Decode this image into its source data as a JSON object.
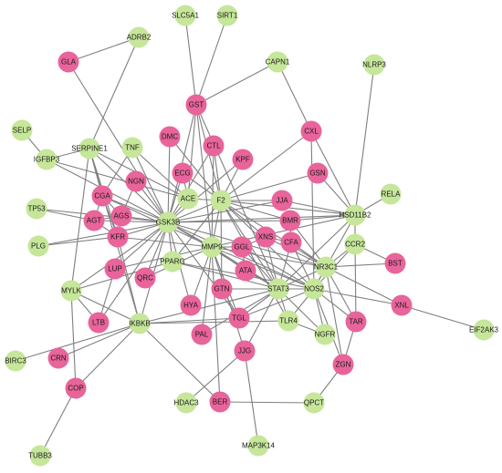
{
  "colors": {
    "target": "#e8649a",
    "gene": "#c6e69a",
    "edge": "#7f7f7f"
  },
  "nodes": [
    {
      "id": "SLC5A1",
      "group": "gene"
    },
    {
      "id": "SIRT1",
      "group": "gene"
    },
    {
      "id": "ADRB2",
      "group": "gene"
    },
    {
      "id": "GLA",
      "group": "target"
    },
    {
      "id": "CAPN1",
      "group": "gene"
    },
    {
      "id": "NLRP3",
      "group": "gene"
    },
    {
      "id": "GST",
      "group": "target"
    },
    {
      "id": "SELP",
      "group": "gene"
    },
    {
      "id": "SERPINE1",
      "group": "gene"
    },
    {
      "id": "TNF",
      "group": "gene"
    },
    {
      "id": "DMC",
      "group": "target"
    },
    {
      "id": "CTL",
      "group": "target"
    },
    {
      "id": "CXL",
      "group": "target"
    },
    {
      "id": "IGFBP3",
      "group": "gene"
    },
    {
      "id": "KPF",
      "group": "target"
    },
    {
      "id": "ECG",
      "group": "target"
    },
    {
      "id": "NGN",
      "group": "target"
    },
    {
      "id": "GSN",
      "group": "target"
    },
    {
      "id": "CGA",
      "group": "target"
    },
    {
      "id": "ACE",
      "group": "gene"
    },
    {
      "id": "F2",
      "group": "gene"
    },
    {
      "id": "JJA",
      "group": "target"
    },
    {
      "id": "RELA",
      "group": "gene"
    },
    {
      "id": "TP53",
      "group": "gene"
    },
    {
      "id": "AGS",
      "group": "target"
    },
    {
      "id": "AGT",
      "group": "target"
    },
    {
      "id": "GSK3B",
      "group": "gene"
    },
    {
      "id": "BMR",
      "group": "target"
    },
    {
      "id": "HSD11B2",
      "group": "gene"
    },
    {
      "id": "KFR",
      "group": "target"
    },
    {
      "id": "XNS",
      "group": "target"
    },
    {
      "id": "CFA",
      "group": "target"
    },
    {
      "id": "PLG",
      "group": "gene"
    },
    {
      "id": "GGL",
      "group": "target"
    },
    {
      "id": "MMP9",
      "group": "gene"
    },
    {
      "id": "CCR2",
      "group": "gene"
    },
    {
      "id": "PPARG",
      "group": "gene"
    },
    {
      "id": "LUP",
      "group": "target"
    },
    {
      "id": "ATA",
      "group": "target"
    },
    {
      "id": "NR3C1",
      "group": "gene"
    },
    {
      "id": "BST",
      "group": "target"
    },
    {
      "id": "QRC",
      "group": "target"
    },
    {
      "id": "MYLK",
      "group": "gene"
    },
    {
      "id": "GTN",
      "group": "target"
    },
    {
      "id": "STAT3",
      "group": "gene"
    },
    {
      "id": "NOS2",
      "group": "gene"
    },
    {
      "id": "XNL",
      "group": "target"
    },
    {
      "id": "HYA",
      "group": "target"
    },
    {
      "id": "LTB",
      "group": "target"
    },
    {
      "id": "IKBKB",
      "group": "gene"
    },
    {
      "id": "TGL",
      "group": "target"
    },
    {
      "id": "TLR4",
      "group": "gene"
    },
    {
      "id": "TAR",
      "group": "target"
    },
    {
      "id": "EIF2AK3",
      "group": "gene"
    },
    {
      "id": "PAL",
      "group": "target"
    },
    {
      "id": "NGFR",
      "group": "gene"
    },
    {
      "id": "CRN",
      "group": "target"
    },
    {
      "id": "BIRC3",
      "group": "gene"
    },
    {
      "id": "JJG",
      "group": "target"
    },
    {
      "id": "ZGN",
      "group": "target"
    },
    {
      "id": "COP",
      "group": "target"
    },
    {
      "id": "HDAC3",
      "group": "gene"
    },
    {
      "id": "BER",
      "group": "target"
    },
    {
      "id": "QPCT",
      "group": "gene"
    },
    {
      "id": "MAP3K14",
      "group": "gene"
    },
    {
      "id": "TUBB3",
      "group": "gene"
    }
  ],
  "edges": [
    [
      "SLC5A1",
      "GST"
    ],
    [
      "SIRT1",
      "GST"
    ],
    [
      "ADRB2",
      "GLA"
    ],
    [
      "ADRB2",
      "SERPINE1"
    ],
    [
      "GLA",
      "GSK3B"
    ],
    [
      "CAPN1",
      "GST"
    ],
    [
      "CAPN1",
      "CXL"
    ],
    [
      "NLRP3",
      "HSD11B2"
    ],
    [
      "GST",
      "ACE"
    ],
    [
      "GST",
      "GSK3B"
    ],
    [
      "GST",
      "F2"
    ],
    [
      "GST",
      "MMP9"
    ],
    [
      "GST",
      "STAT3"
    ],
    [
      "CXL",
      "HSD11B2"
    ],
    [
      "CXL",
      "NOS2"
    ],
    [
      "CXL",
      "F2"
    ],
    [
      "SELP",
      "IGFBP3"
    ],
    [
      "SERPINE1",
      "IGFBP3"
    ],
    [
      "SERPINE1",
      "CGA"
    ],
    [
      "SERPINE1",
      "GSK3B"
    ],
    [
      "SERPINE1",
      "KFR"
    ],
    [
      "SERPINE1",
      "ACE"
    ],
    [
      "SERPINE1",
      "IKBKB"
    ],
    [
      "SERPINE1",
      "MYLK"
    ],
    [
      "TNF",
      "GSK3B"
    ],
    [
      "TNF",
      "CGA"
    ],
    [
      "DMC",
      "GSK3B"
    ],
    [
      "DMC",
      "F2"
    ],
    [
      "CTL",
      "GSK3B"
    ],
    [
      "CTL",
      "MMP9"
    ],
    [
      "CTL",
      "F2"
    ],
    [
      "KPF",
      "F2"
    ],
    [
      "KPF",
      "GSK3B"
    ],
    [
      "ECG",
      "ACE"
    ],
    [
      "ECG",
      "GSK3B"
    ],
    [
      "ECG",
      "F2"
    ],
    [
      "NGN",
      "GSK3B"
    ],
    [
      "NGN",
      "AGS"
    ],
    [
      "GSN",
      "HSD11B2"
    ],
    [
      "GSN",
      "F2"
    ],
    [
      "IGFBP3",
      "GSK3B"
    ],
    [
      "IGFBP3",
      "ACE"
    ],
    [
      "CGA",
      "GSK3B"
    ],
    [
      "CGA",
      "AGS"
    ],
    [
      "CGA",
      "MMP9"
    ],
    [
      "ACE",
      "F2"
    ],
    [
      "ACE",
      "GSK3B"
    ],
    [
      "F2",
      "GSK3B"
    ],
    [
      "F2",
      "HSD11B2"
    ],
    [
      "F2",
      "MMP9"
    ],
    [
      "F2",
      "STAT3"
    ],
    [
      "F2",
      "NOS2"
    ],
    [
      "F2",
      "NR3C1"
    ],
    [
      "F2",
      "XNS"
    ],
    [
      "F2",
      "TLR4"
    ],
    [
      "F2",
      "GTN"
    ],
    [
      "F2",
      "BMR"
    ],
    [
      "F2",
      "PPARG"
    ],
    [
      "JJA",
      "F2"
    ],
    [
      "JJA",
      "HSD11B2"
    ],
    [
      "JJA",
      "GSK3B"
    ],
    [
      "RELA",
      "HSD11B2"
    ],
    [
      "TP53",
      "GSK3B"
    ],
    [
      "TP53",
      "AGT"
    ],
    [
      "AGS",
      "GSK3B"
    ],
    [
      "AGT",
      "GSK3B"
    ],
    [
      "AGT",
      "KFR"
    ],
    [
      "AGT",
      "AGS"
    ],
    [
      "GSK3B",
      "MMP9"
    ],
    [
      "GSK3B",
      "STAT3"
    ],
    [
      "GSK3B",
      "NOS2"
    ],
    [
      "GSK3B",
      "NR3C1"
    ],
    [
      "GSK3B",
      "PPARG"
    ],
    [
      "GSK3B",
      "HSD11B2"
    ],
    [
      "GSK3B",
      "LUP"
    ],
    [
      "GSK3B",
      "HYA"
    ],
    [
      "GSK3B",
      "TGL"
    ],
    [
      "GSK3B",
      "BMR"
    ],
    [
      "BMR",
      "NR3C1"
    ],
    [
      "BMR",
      "HSD11B2"
    ],
    [
      "HSD11B2",
      "CCR2"
    ],
    [
      "HSD11B2",
      "NOS2"
    ],
    [
      "HSD11B2",
      "STAT3"
    ],
    [
      "HSD11B2",
      "MMP9"
    ],
    [
      "KFR",
      "GSK3B"
    ],
    [
      "KFR",
      "MMP9"
    ],
    [
      "KFR",
      "PLG"
    ],
    [
      "KFR",
      "IKBKB"
    ],
    [
      "XNS",
      "STAT3"
    ],
    [
      "XNS",
      "GGL"
    ],
    [
      "XNS",
      "NR3C1"
    ],
    [
      "CFA",
      "NR3C1"
    ],
    [
      "CFA",
      "NOS2"
    ],
    [
      "CFA",
      "STAT3"
    ],
    [
      "PLG",
      "GSK3B"
    ],
    [
      "GGL",
      "STAT3"
    ],
    [
      "GGL",
      "NOS2"
    ],
    [
      "GGL",
      "MMP9"
    ],
    [
      "MMP9",
      "STAT3"
    ],
    [
      "MMP9",
      "NOS2"
    ],
    [
      "MMP9",
      "NR3C1"
    ],
    [
      "MMP9",
      "TGL"
    ],
    [
      "MMP9",
      "GGL"
    ],
    [
      "CCR2",
      "NOS2"
    ],
    [
      "CCR2",
      "TAR"
    ],
    [
      "CCR2",
      "NR3C1"
    ],
    [
      "CCR2",
      "BST"
    ],
    [
      "PPARG",
      "NOS2"
    ],
    [
      "PPARG",
      "STAT3"
    ],
    [
      "PPARG",
      "MYLK"
    ],
    [
      "LUP",
      "MMP9"
    ],
    [
      "LUP",
      "LTB"
    ],
    [
      "ATA",
      "STAT3"
    ],
    [
      "ATA",
      "MMP9"
    ],
    [
      "NR3C1",
      "NOS2"
    ],
    [
      "NR3C1",
      "XNL"
    ],
    [
      "NR3C1",
      "BST"
    ],
    [
      "NR3C1",
      "TAR"
    ],
    [
      "NR3C1",
      "ZGN"
    ],
    [
      "NR3C1",
      "STAT3"
    ],
    [
      "QRC",
      "GSK3B"
    ],
    [
      "QRC",
      "MMP9"
    ],
    [
      "MYLK",
      "GSK3B"
    ],
    [
      "MYLK",
      "LTB"
    ],
    [
      "MYLK",
      "COP"
    ],
    [
      "MYLK",
      "IKBKB"
    ],
    [
      "GTN",
      "STAT3"
    ],
    [
      "GTN",
      "NOS2"
    ],
    [
      "GTN",
      "TGL"
    ],
    [
      "STAT3",
      "NOS2"
    ],
    [
      "STAT3",
      "TLR4"
    ],
    [
      "STAT3",
      "IKBKB"
    ],
    [
      "STAT3",
      "JJG"
    ],
    [
      "STAT3",
      "PAL"
    ],
    [
      "NOS2",
      "XNL"
    ],
    [
      "NOS2",
      "TAR"
    ],
    [
      "NOS2",
      "NGFR"
    ],
    [
      "NOS2",
      "TLR4"
    ],
    [
      "NOS2",
      "ZGN"
    ],
    [
      "XNL",
      "EIF2AK3"
    ],
    [
      "HYA",
      "MMP9"
    ],
    [
      "LTB",
      "GSK3B"
    ],
    [
      "IKBKB",
      "BIRC3"
    ],
    [
      "IKBKB",
      "CRN"
    ],
    [
      "IKBKB",
      "COP"
    ],
    [
      "IKBKB",
      "BER"
    ],
    [
      "IKBKB",
      "TGL"
    ],
    [
      "IKBKB",
      "GSK3B"
    ],
    [
      "TGL",
      "STAT3"
    ],
    [
      "TGL",
      "NOS2"
    ],
    [
      "TLR4",
      "IKBKB"
    ],
    [
      "TLR4",
      "NGFR"
    ],
    [
      "TAR",
      "ZGN"
    ],
    [
      "PAL",
      "MMP9"
    ],
    [
      "NGFR",
      "STAT3"
    ],
    [
      "JJG",
      "MMP9"
    ],
    [
      "JJG",
      "MAP3K14"
    ],
    [
      "JJG",
      "HDAC3"
    ],
    [
      "ZGN",
      "QPCT"
    ],
    [
      "COP",
      "TUBB3"
    ],
    [
      "BER",
      "QPCT"
    ],
    [
      "BER",
      "MMP9"
    ],
    [
      "TNF",
      "ACE"
    ],
    [
      "AGS",
      "KFR"
    ],
    [
      "CGA",
      "KFR"
    ],
    [
      "CGA",
      "AGT"
    ],
    [
      "GGL",
      "ATA"
    ],
    [
      "XNS",
      "CFA"
    ],
    [
      "BMR",
      "CFA"
    ]
  ]
}
